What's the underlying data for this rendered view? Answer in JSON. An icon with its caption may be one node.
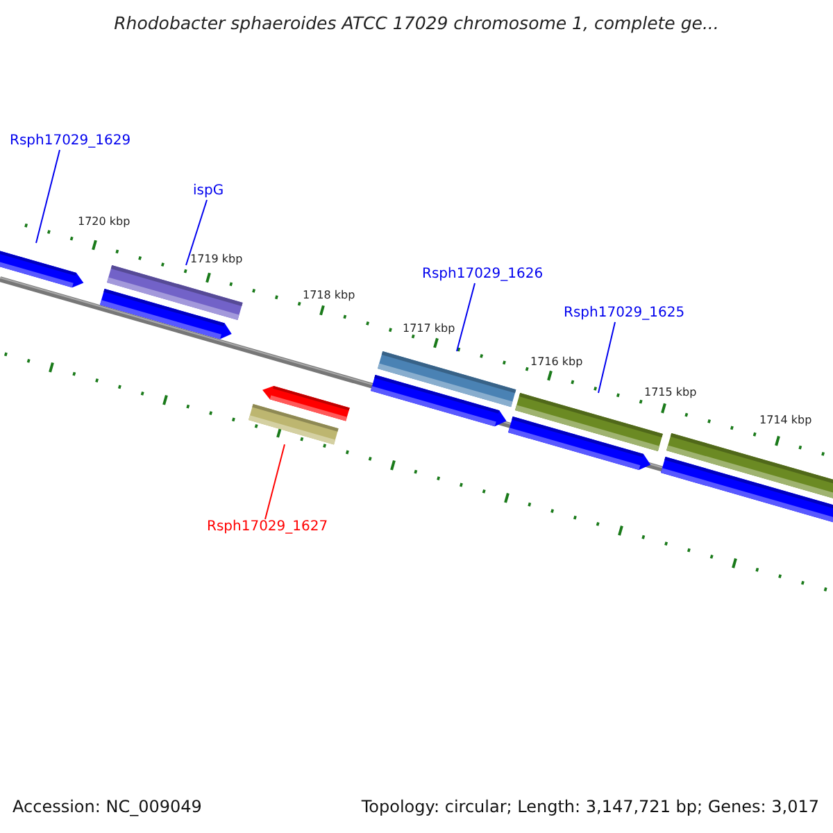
{
  "diagram": {
    "title": "Rhodobacter sphaeroides ATCC 17029 chromosome 1, complete ge...",
    "nodes": [
      {
        "text": [
          "Rsph17029_1629"
        ]
      },
      {
        "text": [
          "ispG"
        ]
      },
      {
        "text": [
          "Rsph17029_1626"
        ]
      },
      {
        "text": [
          "Rsph17029_1625"
        ]
      },
      {
        "text": [
          "Rsph17029_1627"
        ]
      },
      {
        "text": [],
        "shape": "bar"
      },
      {
        "text": [],
        "shape": "bar"
      },
      {
        "text": [],
        "shape": "bar"
      },
      {
        "text": [],
        "shape": "bar"
      },
      {
        "text": [],
        "shape": "bar"
      },
      {
        "text": [],
        "shape": "bar"
      },
      {
        "text": [],
        "shape": "bar"
      },
      {
        "text": [],
        "shape": "bar"
      },
      {
        "text": [],
        "shape": "bar"
      },
      {
        "text": [],
        "shape": "bar"
      },
      {
        "text": [],
        "shape": "bar"
      }
    ],
    "edges": [
      {
        "from": 0,
        "to": 5,
        "arrow": "none"
      },
      {
        "from": 1,
        "to": 6,
        "arrow": "none"
      },
      {
        "from": 2,
        "to": 10,
        "arrow": "none"
      },
      {
        "from": 3,
        "to": 12,
        "arrow": "none"
      },
      {
        "from": 4,
        "to": 9,
        "arrow": "none",
        "color": "#ff0000"
      }
    ],
    "labels": [
      "1720 kbp",
      "1719 kbp",
      "1718 kbp",
      "1717 kbp",
      "1716 kbp",
      "1715 kbp",
      "1714 kbp",
      "Accession: NC_009049",
      "Topology: circular; Length: 3,147,721 bp; Genes: 3,017"
    ]
  }
}
